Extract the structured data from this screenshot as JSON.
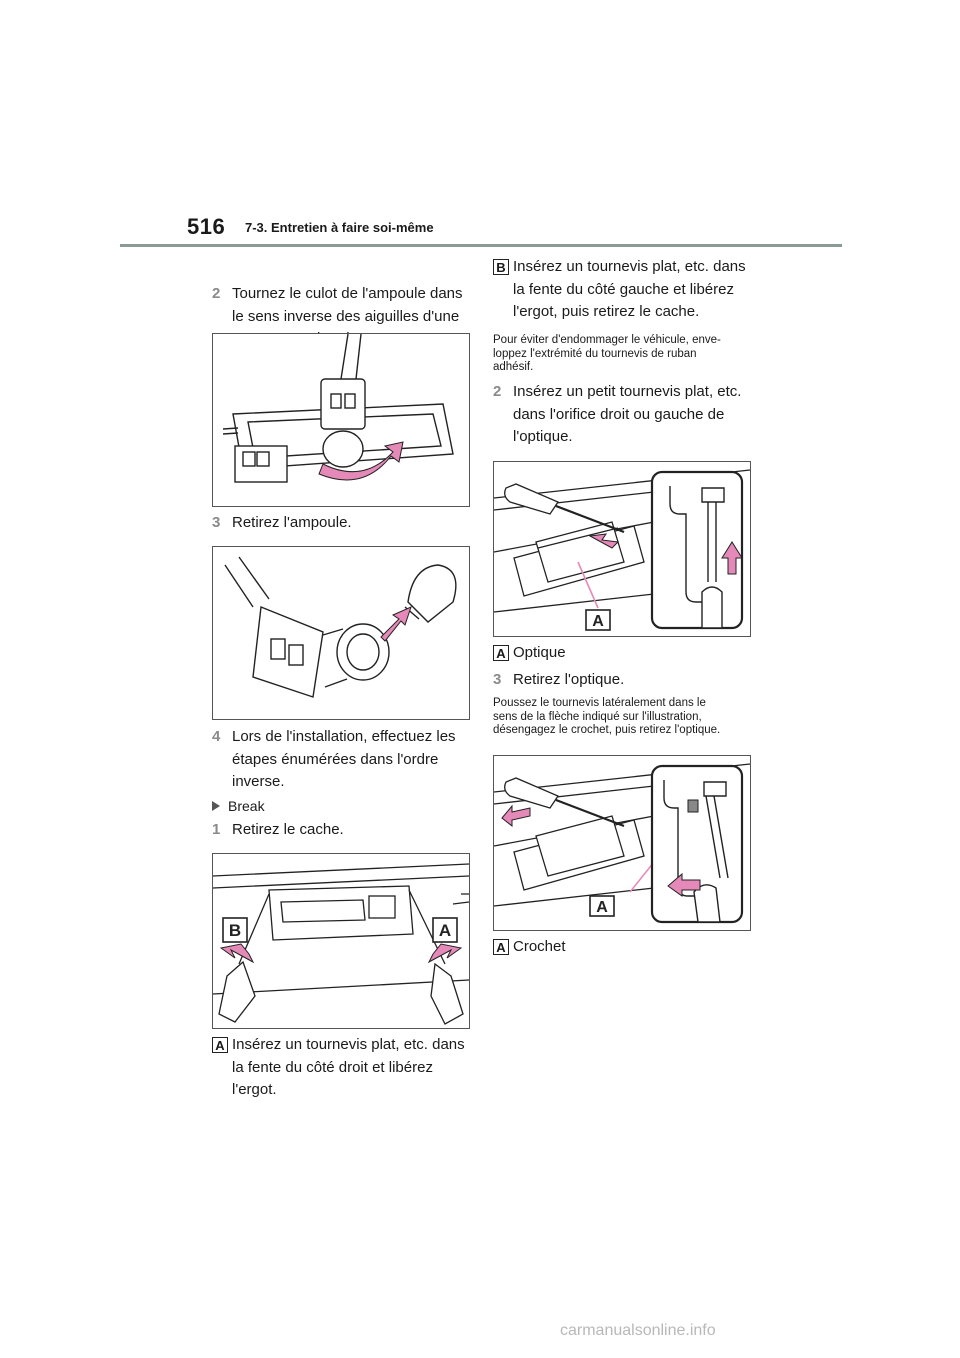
{
  "header": {
    "page_number": "516",
    "section": "7-3. Entretien à faire soi-même"
  },
  "left": {
    "step2": {
      "num": "2",
      "lines": [
        "Tournez le culot de l'ampoule dans",
        "le sens inverse des aiguilles d'une",
        "montre et retirez-la."
      ]
    },
    "step3": {
      "num": "3",
      "text": "Retirez l'ampoule."
    },
    "step4": {
      "num": "4",
      "lines": [
        "Lors de l'installation, effectuez les",
        "étapes énumérées dans l'ordre",
        "inverse."
      ]
    },
    "bullet": "Break",
    "step1": {
      "num": "1",
      "text": "Retirez le cache."
    },
    "fig3": {
      "label_b": "B",
      "label_a": "A"
    },
    "callout_a": {
      "tag": "A",
      "lines": [
        "Insérez un tournevis plat, etc. dans",
        "la fente du côté droit et libérez",
        "l'ergot."
      ]
    }
  },
  "right": {
    "callout_b": {
      "tag": "B",
      "lines": [
        "Insérez un tournevis plat, etc. dans",
        "la fente du côté gauche et libérez",
        "l'ergot, puis retirez le cache."
      ]
    },
    "note1": [
      "Pour éviter d'endommager le véhicule, enve-",
      "loppez l'extrémité du tournevis de ruban",
      "adhésif."
    ],
    "step2": {
      "num": "2",
      "lines": [
        "Insérez un petit tournevis plat, etc.",
        "dans l'orifice droit ou gauche de",
        "l'optique."
      ]
    },
    "fig4": {
      "label_a": "A"
    },
    "legend1": {
      "tag": "A",
      "text": "Optique"
    },
    "step3": {
      "num": "3",
      "text": "Retirez l'optique."
    },
    "note2": [
      "Poussez le tournevis latéralement dans le",
      "sens de la flèche indiqué sur l'illustration,",
      "désengagez le crochet, puis retirez l'optique."
    ],
    "fig5": {
      "label_a": "A"
    },
    "legend2": {
      "tag": "A",
      "text": "Crochet"
    }
  },
  "footer": {
    "watermark": "carmanualsonline.info"
  },
  "colors": {
    "arrow_pink": "#e58ab8",
    "rule": "#8a9a94",
    "step_num": "#8a8a8a"
  }
}
